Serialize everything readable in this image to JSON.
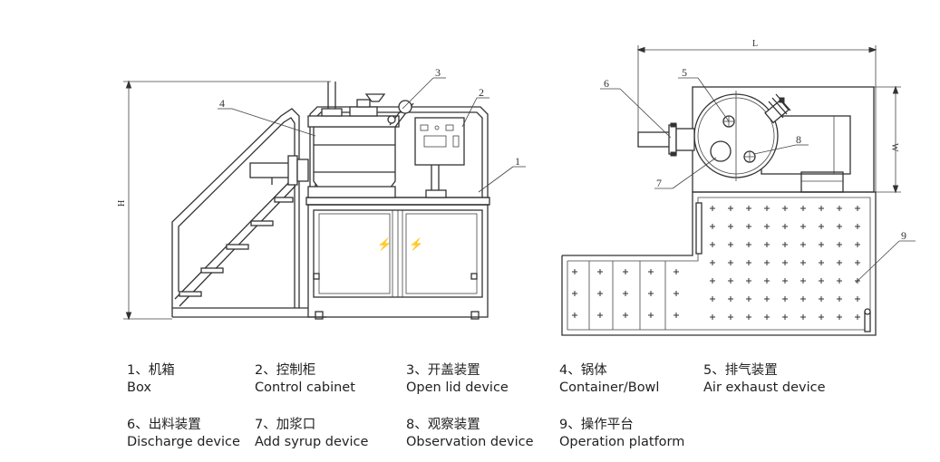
{
  "callouts": {
    "side_view": [
      "1",
      "2",
      "3",
      "4"
    ],
    "top_view": [
      "5",
      "6",
      "7",
      "8",
      "9"
    ]
  },
  "dimensions": {
    "height": "H",
    "length": "L",
    "width": "W"
  },
  "legend": [
    {
      "zh": "1、机箱",
      "en": "Box"
    },
    {
      "zh": "2、控制柜",
      "en": "Control cabinet"
    },
    {
      "zh": "3、开盖装置",
      "en": "Open lid device"
    },
    {
      "zh": "4、锅体",
      "en": "Container/Bowl"
    },
    {
      "zh": "5、排气装置",
      "en": "Air exhaust device"
    },
    {
      "zh": "6、出料装置",
      "en": "Discharge device"
    },
    {
      "zh": "7、加浆口",
      "en": "Add syrup device"
    },
    {
      "zh": "8、观察装置",
      "en": "Observation device"
    },
    {
      "zh": "9、操作平台",
      "en": "Operation platform"
    }
  ]
}
